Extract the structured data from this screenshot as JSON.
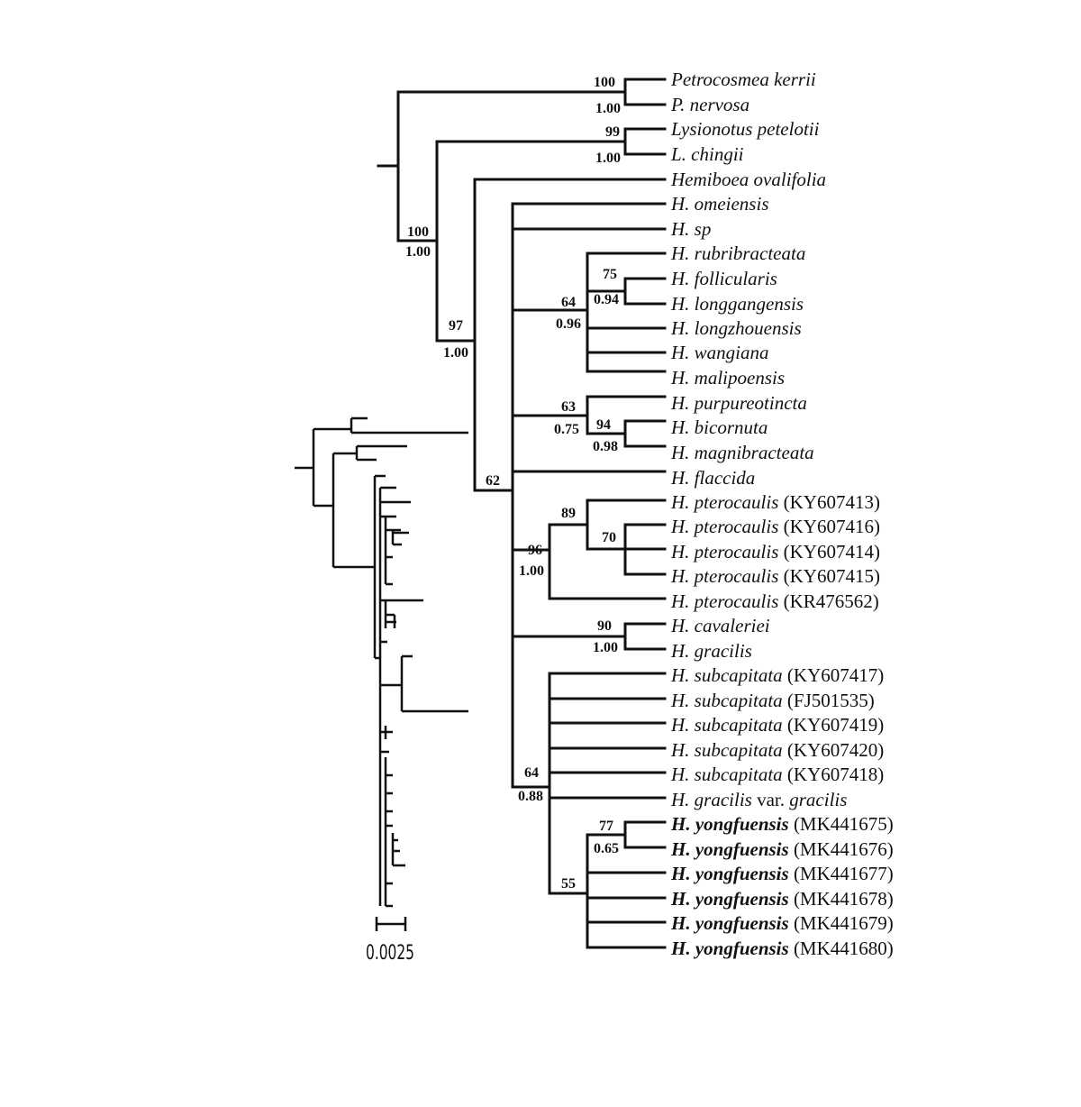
{
  "tree": {
    "taxa": [
      {
        "id": "t1",
        "name": "Petrocosmea kerrii"
      },
      {
        "id": "t2",
        "name": "P. nervosa"
      },
      {
        "id": "t3",
        "name": "Lysionotus petelotii"
      },
      {
        "id": "t4",
        "name": "L. chingii"
      },
      {
        "id": "t5",
        "name": "Hemiboea ovalifolia"
      },
      {
        "id": "t6",
        "name": "H. omeiensis"
      },
      {
        "id": "t7",
        "name": "H. sp"
      },
      {
        "id": "t8",
        "name": "H. rubribracteata"
      },
      {
        "id": "t9",
        "name": "H. follicularis"
      },
      {
        "id": "t10",
        "name": "H. longgangensis"
      },
      {
        "id": "t11",
        "name": "H. longzhouensis"
      },
      {
        "id": "t12",
        "name": "H. wangiana"
      },
      {
        "id": "t13",
        "name": "H. malipoensis"
      },
      {
        "id": "t14",
        "name": "H.  purpureotincta"
      },
      {
        "id": "t15",
        "name": "H. bicornuta"
      },
      {
        "id": "t16",
        "name": "H. magnibracteata"
      },
      {
        "id": "t17",
        "name": "H. flaccida"
      },
      {
        "id": "t18",
        "name": "H. pterocaulis",
        "accession": "(KY607413)"
      },
      {
        "id": "t19",
        "name": "H. pterocaulis",
        "accession": "(KY607416)"
      },
      {
        "id": "t20",
        "name": "H. pterocaulis",
        "accession": "(KY607414)"
      },
      {
        "id": "t21",
        "name": "H. pterocaulis",
        "accession": "(KY607415)"
      },
      {
        "id": "t22",
        "name": "H. pterocaulis",
        "accession": "(KR476562)"
      },
      {
        "id": "t23",
        "name": "H. cavaleriei"
      },
      {
        "id": "t24",
        "name": "H. gracilis"
      },
      {
        "id": "t25",
        "name": "H. subcapitata",
        "accession": "(KY607417)"
      },
      {
        "id": "t26",
        "name": "H. subcapitata",
        "accession": "(FJ501535)"
      },
      {
        "id": "t27",
        "name": "H. subcapitata",
        "accession": "(KY607419)"
      },
      {
        "id": "t28",
        "name": "H. subcapitata",
        "accession": "(KY607420)"
      },
      {
        "id": "t29",
        "name": "H. subcapitata",
        "accession": "(KY607418)"
      },
      {
        "id": "t30",
        "name": "H. gracilis",
        "mid": " var. ",
        "name2": "gracilis"
      },
      {
        "id": "t31",
        "name": "H. yongfuensis",
        "accession": "(MK441675)",
        "bold": true
      },
      {
        "id": "t32",
        "name": "H. yongfuensis",
        "accession": "(MK441676)",
        "bold": true
      },
      {
        "id": "t33",
        "name": "H. yongfuensis",
        "accession": "(MK441677)",
        "bold": true
      },
      {
        "id": "t34",
        "name": "H. yongfuensis",
        "accession": "(MK441678)",
        "bold": true
      },
      {
        "id": "t35",
        "name": "H. yongfuensis",
        "accession": "(MK441679)",
        "bold": true
      },
      {
        "id": "t36",
        "name": "H. yongfuensis",
        "accession": "(MK441680)",
        "bold": true
      }
    ],
    "supports": [
      {
        "node": "petrocosmea",
        "bootstrap": "100",
        "posterior": "1.00"
      },
      {
        "node": "lysionotus",
        "bootstrap": "99",
        "posterior": "1.00"
      },
      {
        "node": "outgroups",
        "bootstrap": "100",
        "posterior": "1.00"
      },
      {
        "node": "hemiboea-lysionotus",
        "bootstrap": "97",
        "posterior": "1.00"
      },
      {
        "node": "hemiboea-core",
        "bootstrap": "62",
        "posterior": ""
      },
      {
        "node": "follicularis-longgangensis",
        "bootstrap": "75",
        "posterior": "0.94"
      },
      {
        "node": "rubribracteata-clade",
        "bootstrap": "64",
        "posterior": "0.96"
      },
      {
        "node": "purpureotincta-clade",
        "bootstrap": "63",
        "posterior": "0.75"
      },
      {
        "node": "bicornuta-magnibracteata",
        "bootstrap": "94",
        "posterior": "0.98"
      },
      {
        "node": "pterocaulis-inner",
        "bootstrap": "89",
        "posterior": ""
      },
      {
        "node": "pterocaulis-kY607416",
        "bootstrap": "70",
        "posterior": ""
      },
      {
        "node": "pterocaulis-clade",
        "bootstrap": "96",
        "posterior": "1.00"
      },
      {
        "node": "cavaleriei-gracilis",
        "bootstrap": "90",
        "posterior": "1.00"
      },
      {
        "node": "subcapitata-clade",
        "bootstrap": "64",
        "posterior": "0.88"
      },
      {
        "node": "yongfuensis-pair",
        "bootstrap": "77",
        "posterior": "0.65"
      },
      {
        "node": "yongfuensis-clade",
        "bootstrap": "55",
        "posterior": ""
      }
    ]
  },
  "phylogram": {
    "scale_bar_label": "0.0025"
  }
}
